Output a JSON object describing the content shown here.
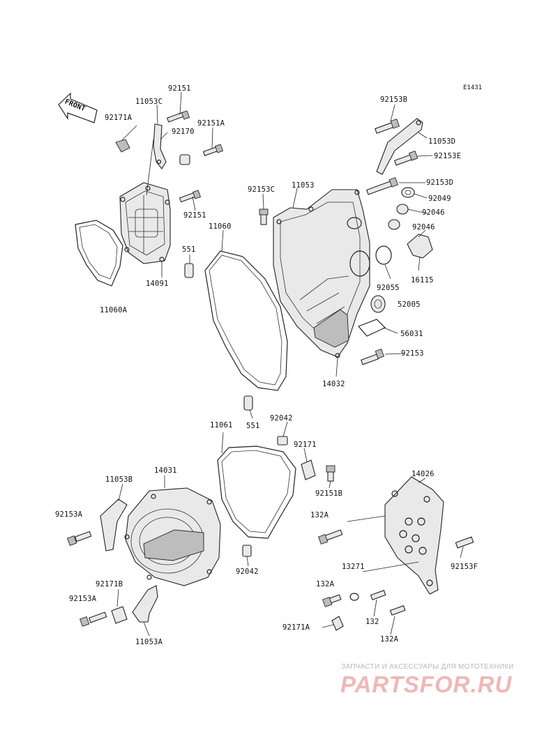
{
  "diagram": {
    "ref_code": "E1431",
    "front_label": "FRONT",
    "watermark": {
      "tagline": "ЗАПЧАСТИ И АКСЕССУАРЫ ДЛЯ МОТОТЕХНИКИ",
      "logo": "PARTSFOR.RU",
      "color": "#e06a6a"
    },
    "labels": {
      "l_92151_top": "92151",
      "l_11053c": "11053C",
      "l_92171a_top": "92171A",
      "l_92170": "92170",
      "l_92151a_top": "92151A",
      "l_92151_mid": "92151",
      "l_14091": "14091",
      "l_11060a": "11060A",
      "l_11060": "11060",
      "l_551_top": "551",
      "l_92153c": "92153C",
      "l_11053": "11053",
      "l_92153b_top": "92153B",
      "l_11053d": "11053D",
      "l_92153e": "92153E",
      "l_92153d": "92153D",
      "l_92049": "92049",
      "l_92046_a": "92046",
      "l_92046_b": "92046",
      "l_92055": "92055",
      "l_16115": "16115",
      "l_52005": "52005",
      "l_56031": "56031",
      "l_92153": "92153",
      "l_14032": "14032",
      "l_551_bot": "551",
      "l_92042_top": "92042",
      "l_11061": "11061",
      "l_92171": "92171",
      "l_92151b": "92151B",
      "l_14031": "14031",
      "l_11053b": "11053B",
      "l_92153a_top": "92153A",
      "l_132a_mid": "132A",
      "l_14026": "14026",
      "l_92153f": "92153F",
      "l_13271": "13271",
      "l_92042_bot": "92042",
      "l_92171b": "92171B",
      "l_92153a_bot": "92153A",
      "l_11053a": "11053A",
      "l_132a_low": "132A",
      "l_132": "132",
      "l_92171a_bot": "92171A",
      "l_132a_bot": "132A"
    }
  }
}
